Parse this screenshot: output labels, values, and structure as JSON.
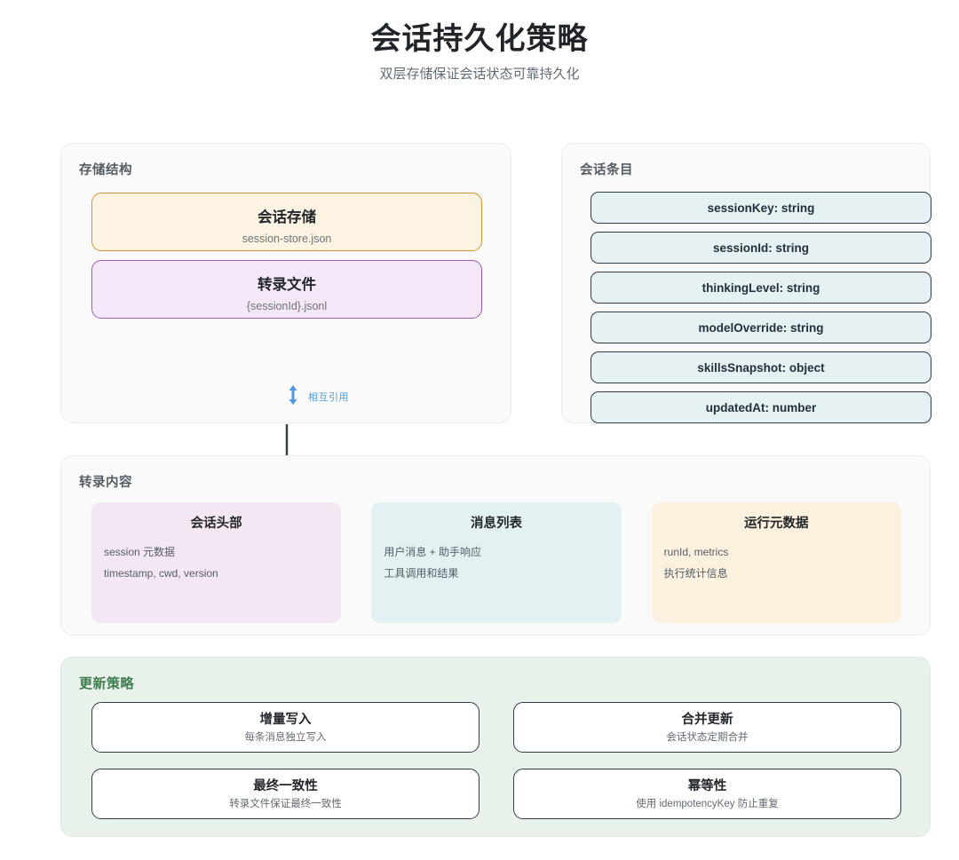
{
  "header": {
    "title": "会话持久化策略",
    "subtitle": "双层存储保证会话状态可靠持久化"
  },
  "storage_panel": {
    "title": "存储结构",
    "boxes": [
      {
        "title": "会话存储",
        "subtitle": "session-store.json",
        "accent": "#d8932f",
        "fill": "#fdf3e3"
      },
      {
        "title": "转录文件",
        "subtitle": "{sessionId}.jsonl",
        "accent": "#9b5bbd",
        "fill": "#f4e8f8"
      }
    ],
    "connector": {
      "label": "相互引用",
      "color": "#4e9ae0",
      "bidirectional": true
    }
  },
  "entry_panel": {
    "title": "会话条目",
    "fields": [
      "sessionKey: string",
      "sessionId: string",
      "thinkingLevel: string",
      "modelOverride: string",
      "skillsSnapshot: object",
      "updatedAt: number"
    ],
    "field_fill": "#e7f1f2",
    "field_border": "#323c49"
  },
  "transcript_panel": {
    "title": "转录内容",
    "boxes": [
      {
        "title": "会话头部",
        "lines": [
          "session 元数据",
          "timestamp, cwd, version"
        ],
        "fill": "#f3e7f3"
      },
      {
        "title": "消息列表",
        "lines": [
          "用户消息 + 助手响应",
          "工具调用和结果"
        ],
        "fill": "#e4f1f3"
      },
      {
        "title": "运行元数据",
        "lines": [
          "runId, metrics",
          "执行统计信息"
        ],
        "fill": "#fcf1df"
      }
    ]
  },
  "strategy_panel": {
    "title": "更新策略",
    "title_color": "#3e7c50",
    "background": "#e8f2ea",
    "cards": [
      {
        "title": "增量写入",
        "subtitle": "每条消息独立写入"
      },
      {
        "title": "合并更新",
        "subtitle": "会话状态定期合并"
      },
      {
        "title": "最终一致性",
        "subtitle": "转录文件保证最终一致性"
      },
      {
        "title": "幂等性",
        "subtitle": "使用 idempotencyKey 防止重复"
      }
    ]
  },
  "arrow_color": "#323c49"
}
